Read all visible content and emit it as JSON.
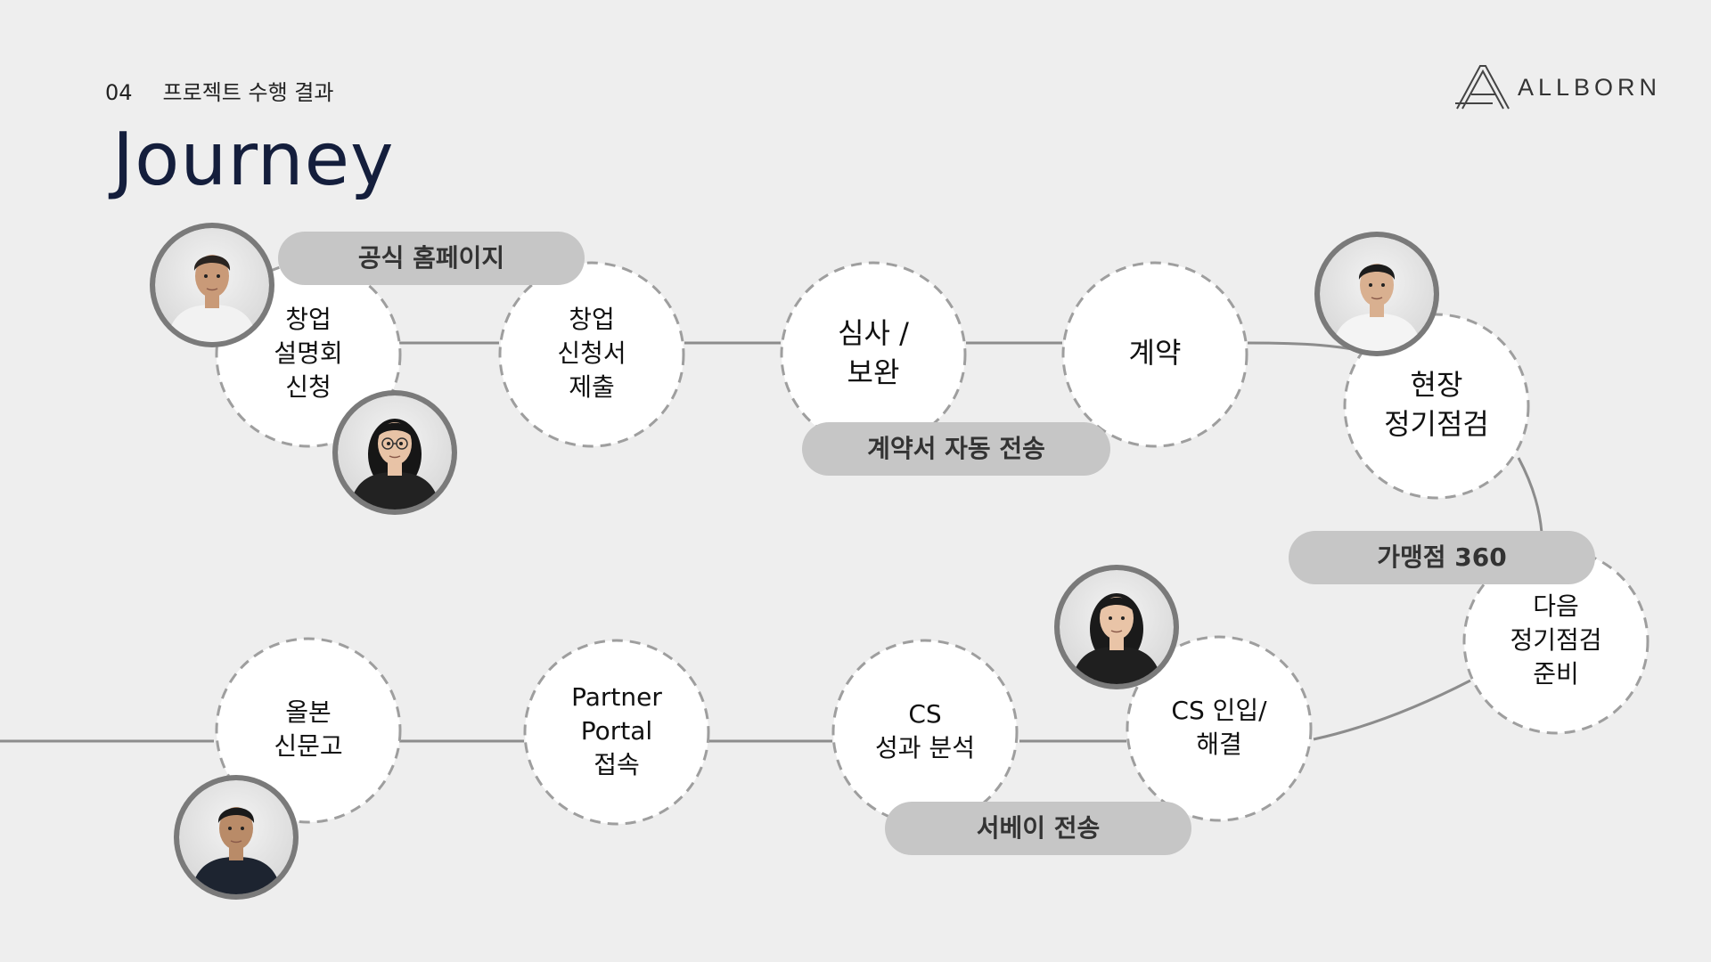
{
  "header": {
    "section_number": "04",
    "section_title": "프로젝트 수행 결과",
    "page_title": "Journey",
    "logo_text": "ALLBORN"
  },
  "journey": {
    "steps": [
      {
        "id": "step-1",
        "lines": [
          "창업",
          "설명회",
          "신청"
        ]
      },
      {
        "id": "step-2",
        "lines": [
          "창업",
          "신청서",
          "제출"
        ]
      },
      {
        "id": "step-3",
        "lines": [
          "심사 /",
          "보완"
        ]
      },
      {
        "id": "step-4",
        "lines": [
          "계약"
        ]
      },
      {
        "id": "step-5",
        "lines": [
          "현장",
          "정기점검"
        ]
      },
      {
        "id": "step-6",
        "lines": [
          "다음",
          "정기점검",
          "준비"
        ]
      },
      {
        "id": "step-7",
        "lines": [
          "CS 인입/",
          "해결"
        ]
      },
      {
        "id": "step-8",
        "lines": [
          "CS",
          "성과 분석"
        ]
      },
      {
        "id": "step-9",
        "lines": [
          "Partner",
          "Portal",
          "접속"
        ]
      },
      {
        "id": "step-10",
        "lines": [
          "올본",
          "신문고"
        ]
      }
    ],
    "channels": [
      {
        "id": "pill-homepage",
        "label": "공식 홈페이지"
      },
      {
        "id": "pill-contract",
        "label": "계약서 자동 전송"
      },
      {
        "id": "pill-360",
        "label": "가맹점 360"
      },
      {
        "id": "pill-survey",
        "label": "서베이 전송"
      }
    ],
    "personas": [
      {
        "id": "persona-chef",
        "icon": "chef-man-avatar"
      },
      {
        "id": "persona-woman-glasses",
        "icon": "woman-glasses-avatar"
      },
      {
        "id": "persona-young-man",
        "icon": "young-man-avatar"
      },
      {
        "id": "persona-cs-agent",
        "icon": "cs-agent-avatar"
      },
      {
        "id": "persona-businessman",
        "icon": "businessman-avatar"
      }
    ]
  },
  "colors": {
    "background": "#eeeeee",
    "circle_fill": "#ffffff",
    "circle_stroke": "#9e9e9e",
    "connector": "#8c8c8c",
    "pill": "#c6c6c6",
    "pill_text": "#333333",
    "avatar_ring": "#7a7a7a",
    "title": "#141e3c"
  }
}
